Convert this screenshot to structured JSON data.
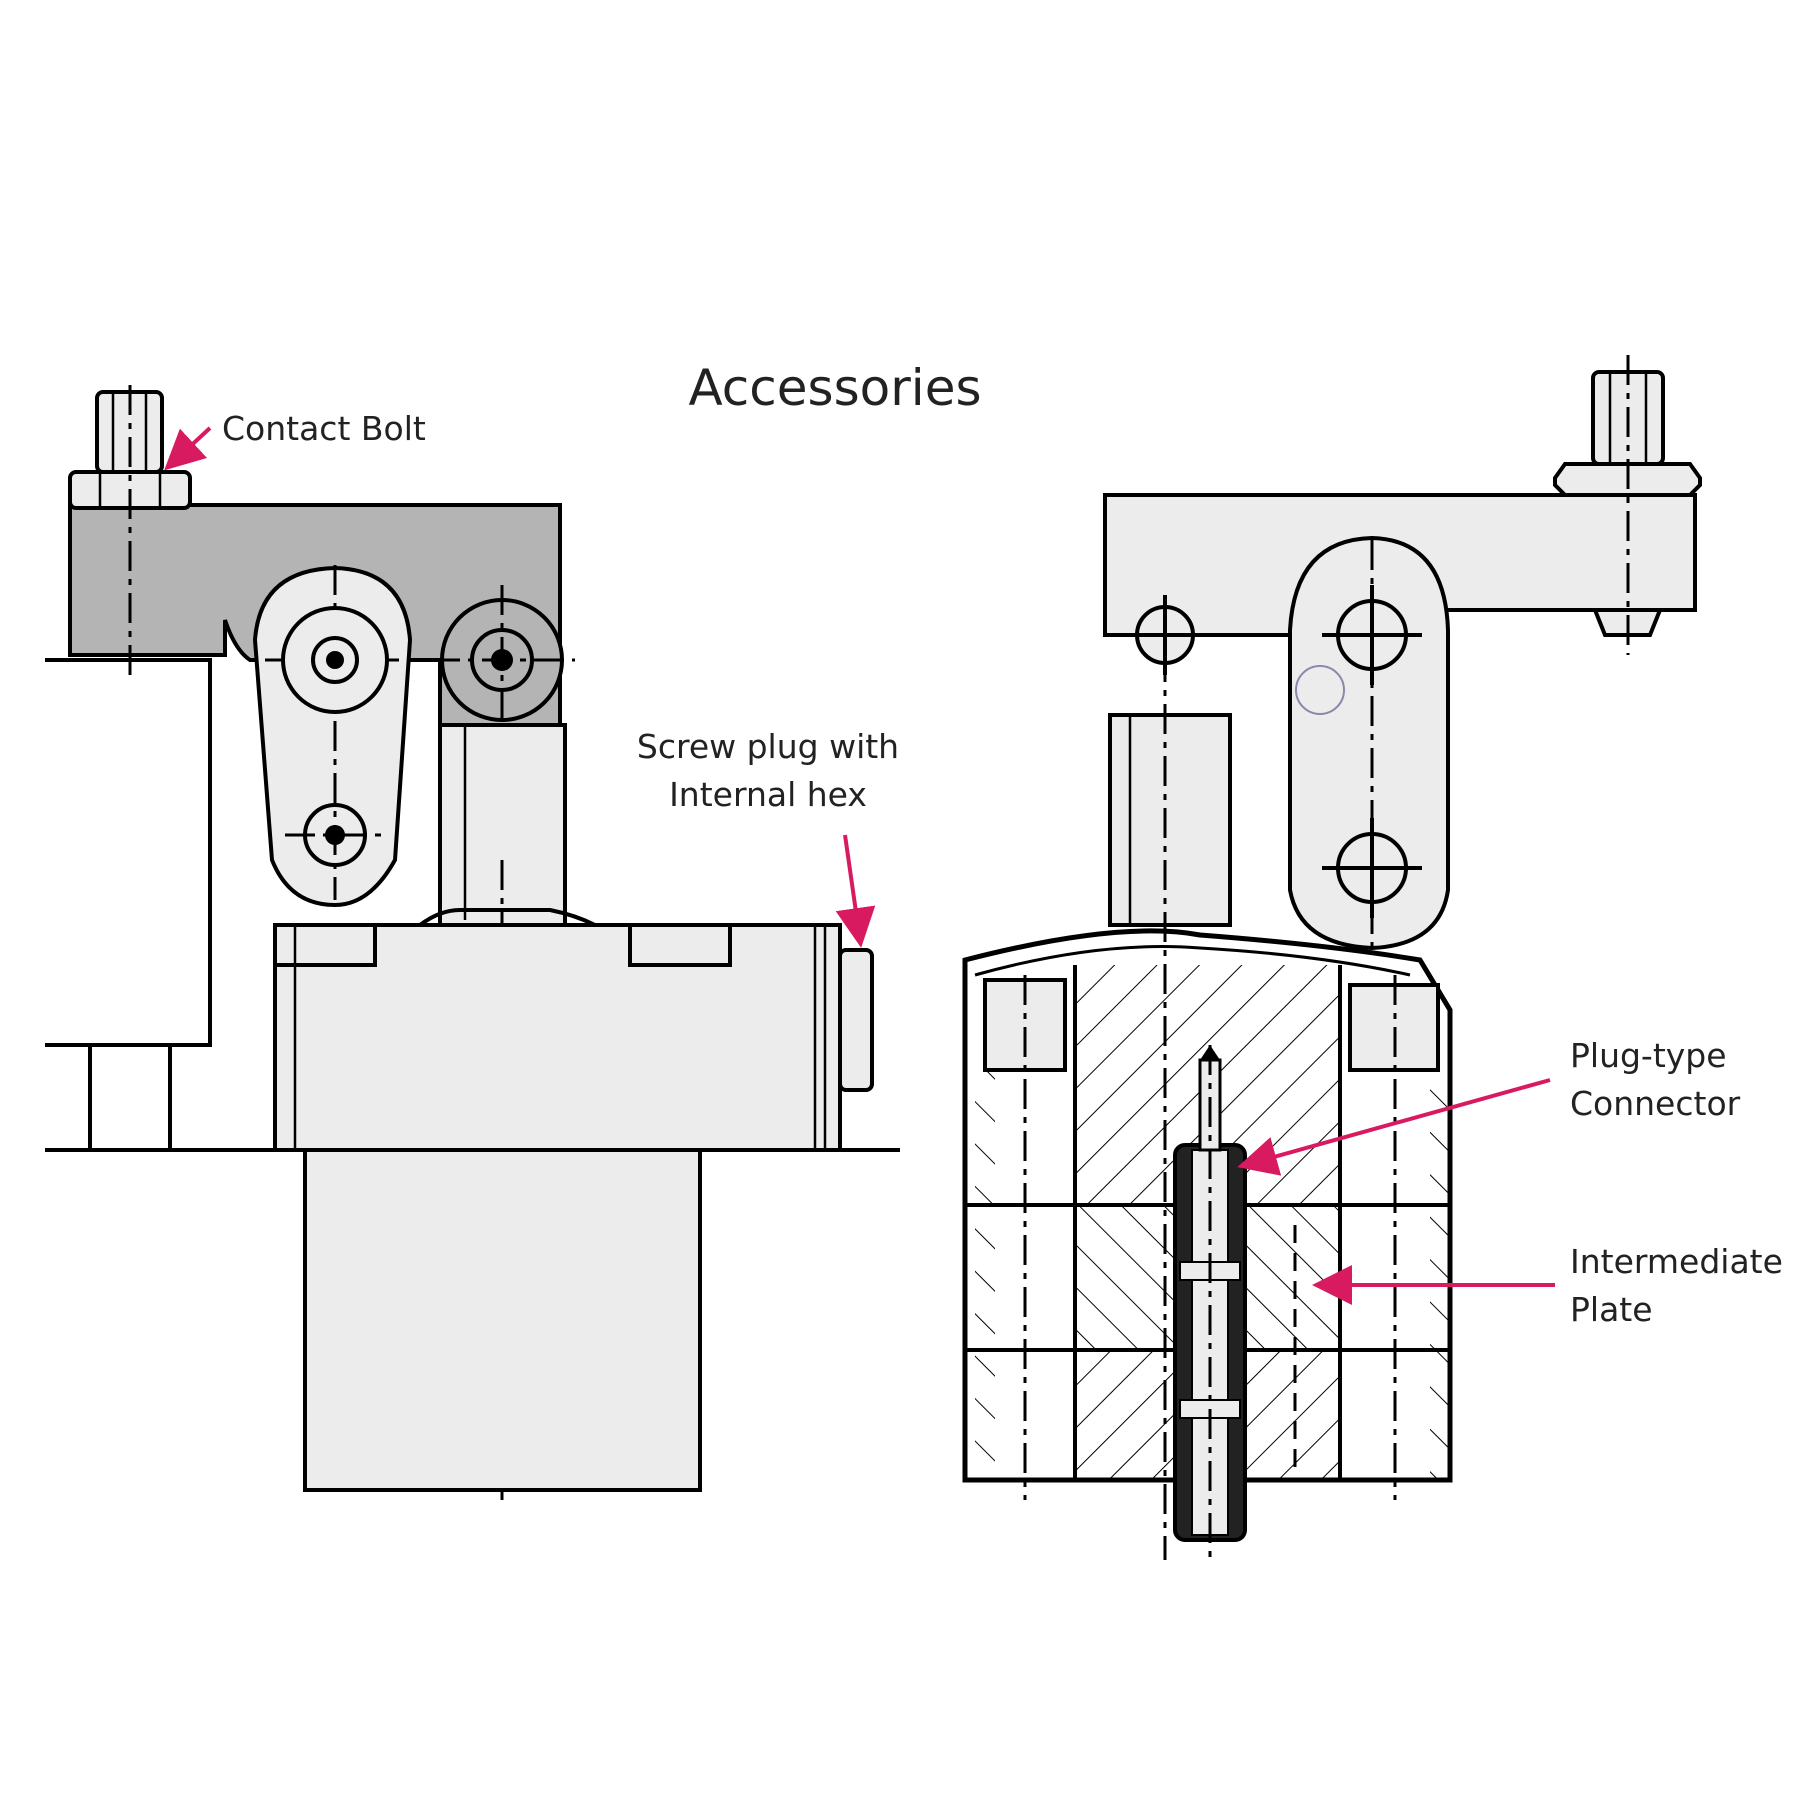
{
  "title": "Accessories",
  "labels": {
    "contact_bolt": "Contact Bolt",
    "screw_plug_line1": "Screw plug with",
    "screw_plug_line2": "Internal hex",
    "plug_connector_line1": "Plug-type",
    "plug_connector_line2": "Connector",
    "intermediate_line1": "Intermediate",
    "intermediate_line2": "Plate"
  },
  "colors": {
    "callout_arrow": "#d81b60",
    "line": "#000000",
    "fill_light": "#ececec",
    "fill_gray": "#b4b4b4"
  }
}
